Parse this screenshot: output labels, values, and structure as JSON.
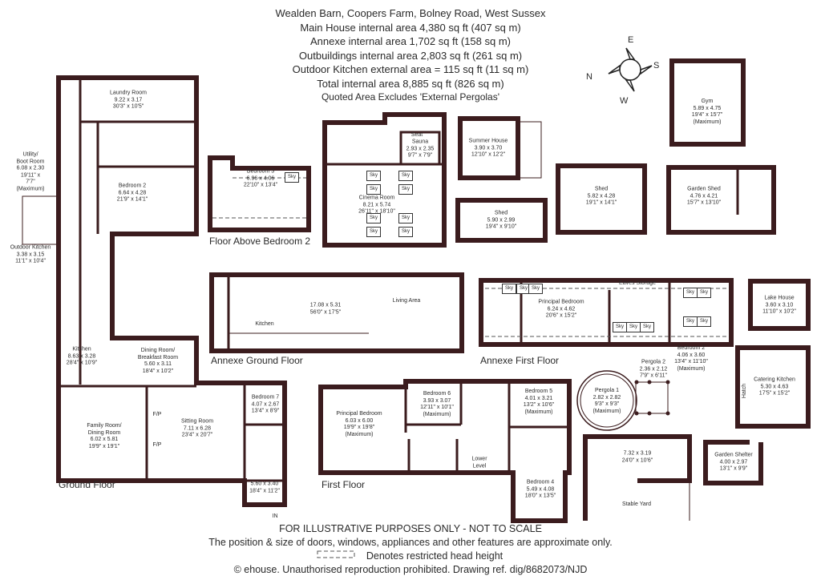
{
  "header": {
    "title": "Wealden Barn, Coopers Farm, Bolney Road, West Sussex",
    "lines": [
      "Main House internal area 4,380 sq ft (407 sq m)",
      "Annexe internal area 1,702 sq ft (158 sq m)",
      "Outbuildings internal area 2,803 sq ft (261 sq m)",
      "Outdoor Kitchen external area = 115 sq ft (11 sq m)",
      "Total internal area 8,885 sq ft (826 sq m)",
      "Quoted Area Excludes 'External Pergolas'"
    ]
  },
  "compass": {
    "n": "N",
    "e": "E",
    "s": "S",
    "w": "W"
  },
  "floors": {
    "ground": "Ground Floor",
    "first": "First Floor",
    "above_bed2": "Floor Above Bedroom 2",
    "annexe_ground": "Annexe Ground Floor",
    "annexe_first": "Annexe First Floor"
  },
  "rooms": {
    "laundry": [
      "Laundry Room",
      "9.22 x 3.17",
      "30'3\" x 10'5\""
    ],
    "utility": [
      "Utility/",
      "Boot Room",
      "6.08 x 2.30",
      "19'11\" x",
      "7'7\"",
      "(Maximum)"
    ],
    "bedroom2": [
      "Bedroom 2",
      "6.64 x 4.28",
      "21'9\" x 14'1\""
    ],
    "bedroom3": [
      "Bedroom 3",
      "6.96 x 4.06",
      "22'10\" x 13'4\""
    ],
    "outdoor_kitchen": [
      "Outdoor Kitchen",
      "3.38 x 3.15",
      "11'1\" x 10'4\""
    ],
    "cinema": [
      "Cinema Room",
      "8.21 x 5.74",
      "26'11\" x 18'10\""
    ],
    "sauna": [
      "Sauna",
      "2.93 x 2.35",
      "9'7\" x 7'9\""
    ],
    "seat": "Seat",
    "summer_house": [
      "Summer House",
      "3.90 x 3.70",
      "12'10\" x 12'2\""
    ],
    "shed1": [
      "Shed",
      "5.90 x 2.99",
      "19'4\" x 9'10\""
    ],
    "shed2": [
      "Shed",
      "5.82 x 4.28",
      "19'1\" x 14'1\""
    ],
    "garden_shed": [
      "Garden Shed",
      "4.76 x 4.21",
      "15'7\" x 13'10\""
    ],
    "gym": [
      "Gym",
      "5.89 x 4.75",
      "19'4\" x 15'7\"",
      "(Maximum)"
    ],
    "kitchen": [
      "Kitchen",
      "8.63 x 3.28",
      "28'4\" x 10'9\""
    ],
    "dining": [
      "Dining Room/",
      "Breakfast Room",
      "5.60 x 3.11",
      "18'4\" x 10'2\""
    ],
    "family": [
      "Family Room/",
      "Dining Room",
      "6.02 x 5.81",
      "19'9\" x 19'1\""
    ],
    "sitting": [
      "Sitting Room",
      "7.11 x 6.28",
      "23'4\" x 20'7\""
    ],
    "fp": "F/P",
    "bedroom7": [
      "Bedroom 7",
      "4.07 x 2.67",
      "13'4\" x 8'9\""
    ],
    "entrance": [
      "5.60 x 3.40",
      "18'4\" x 11'2\""
    ],
    "in": "IN",
    "annexe_living": [
      "17.08 x 5.31",
      "56'0\" x 17'5\""
    ],
    "annexe_kitchen": "Kitchen",
    "living_area": "Living Area",
    "annexe_principal": [
      "Principal Bedroom",
      "6.24 x 4.62",
      "20'6\" x 15'2\""
    ],
    "eaves": "Eaves Storage",
    "annexe_bedroom2": [
      "Bedroom 2",
      "4.06 x 3.60",
      "13'4\" x 11'10\"",
      "(Maximum)"
    ],
    "lake_house": [
      "Lake House",
      "3.60 x 3.10",
      "11'10\" x 10'2\""
    ],
    "catering": [
      "Catering Kitchen",
      "5.30 x 4.63",
      "17'5\" x 15'2\""
    ],
    "hatch": "Hatch",
    "pergola1": [
      "Pergola 1",
      "2.82 x 2.82",
      "9'3\" x 9'3\"",
      "(Maximum)"
    ],
    "pergola2": [
      "Pergola 2",
      "2.36 x 2.12",
      "7'9\" x 6'11\""
    ],
    "principal_ff": [
      "Principal Bedroom",
      "6.03 x 6.00",
      "19'9\" x 19'8\"",
      "(Maximum)"
    ],
    "bedroom6": [
      "Bedroom 6",
      "3.93 x 3.07",
      "12'11\" x 10'1\"",
      "(Maximum)"
    ],
    "bedroom5": [
      "Bedroom 5",
      "4.01 x 3.21",
      "13'2\" x 10'6\"",
      "(Maximum)"
    ],
    "lower_level": [
      "Lower",
      "Level"
    ],
    "bedroom4": [
      "Bedroom 4",
      "5.49 x 4.08",
      "18'0\" x 13'5\""
    ],
    "stable": [
      "7.32 x 3.19",
      "24'0\" x 10'6\""
    ],
    "stable_yard": "Stable Yard",
    "garden_shelter": [
      "Garden Shelter",
      "4.00 x 2.97",
      "13'1\" x 9'9\""
    ]
  },
  "sky_label": "Sky",
  "footer": [
    "FOR ILLUSTRATIVE PURPOSES ONLY - NOT TO SCALE",
    "The position & size of doors, windows, appliances and other features are approximate only.",
    "Denotes restricted head height",
    "© ehouse. Unauthorised reproduction prohibited. Drawing ref. dig/8682073/NJD"
  ],
  "colors": {
    "wall": "#3b1c1e",
    "text": "#2a2a2a"
  }
}
